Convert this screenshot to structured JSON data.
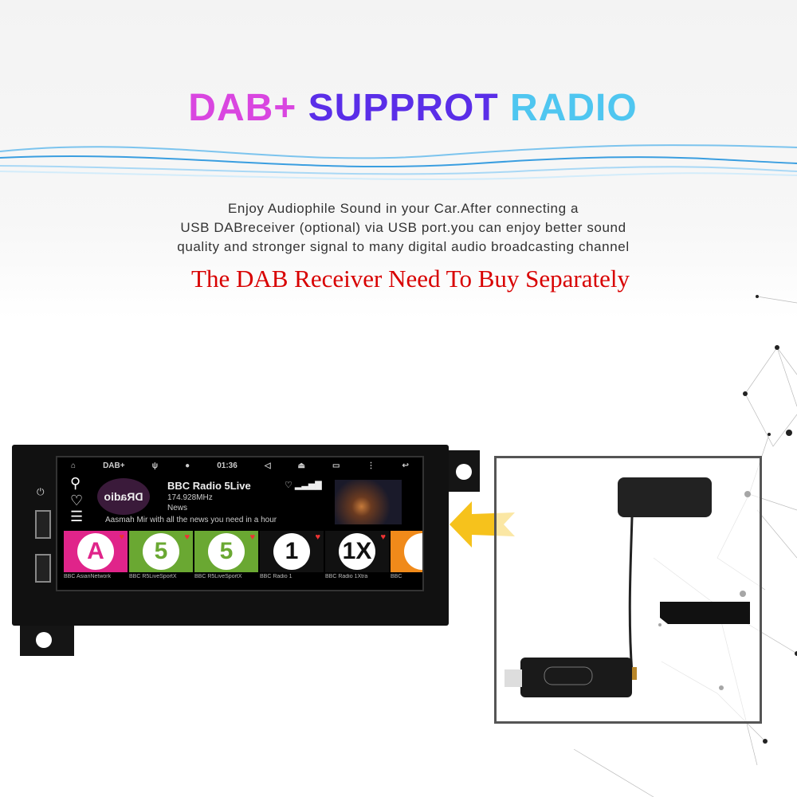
{
  "title": {
    "part1": "DAB+",
    "part2": "SUPPROT",
    "part3": "RADIO"
  },
  "colors": {
    "part1": "#d946e0",
    "part2": "#5a2ee8",
    "part3": "#4fc6f0",
    "notice": "#d80000"
  },
  "description": [
    "Enjoy Audiophile Sound in your Car.After connecting a",
    "USB DABreceiver (optional) via USB port.you can enjoy better sound",
    "quality and stronger signal to many digital audio broadcasting channel"
  ],
  "notice": "The DAB Receiver Need To Buy Separately",
  "screen": {
    "status_label": "DAB+",
    "time": "01:36",
    "logo_text": "DRadio",
    "station": "BBC Radio 5Live",
    "frequency": "174.928MHz",
    "genre": "News",
    "message": "Aasmah Mir with all the news you need in a hour",
    "tiles": [
      {
        "label": "BBC AsianNetwork",
        "symbol": "A",
        "color": "#e0248a"
      },
      {
        "label": "BBC R5LiveSportX",
        "symbol": "5",
        "color": "#6aa832"
      },
      {
        "label": "BBC R5LiveSportX",
        "symbol": "5",
        "color": "#6aa832"
      },
      {
        "label": "BBC Radio 1",
        "symbol": "1",
        "color": "#111"
      },
      {
        "label": "BBC Radio 1Xtra",
        "symbol": "1X",
        "color": "#111"
      },
      {
        "label": "BBC",
        "symbol": "",
        "color": "#f08a1a"
      }
    ]
  }
}
